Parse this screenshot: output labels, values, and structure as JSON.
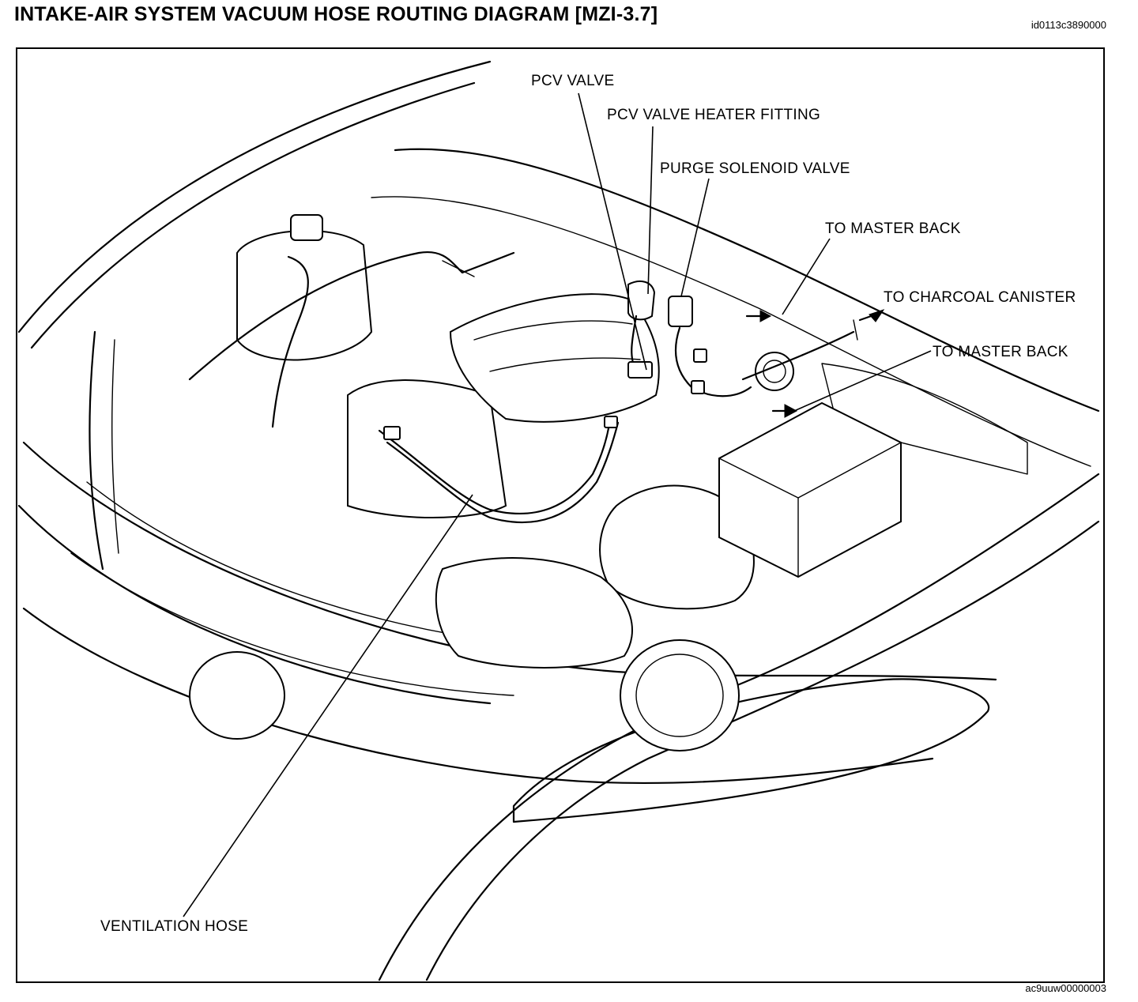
{
  "header": {
    "title": "INTAKE-AIR SYSTEM VACUUM HOSE ROUTING DIAGRAM [MZI-3.7]",
    "doc_id": "id0113c3890000"
  },
  "footer": {
    "figure_id": "ac9uuw00000003"
  },
  "callouts": {
    "pcv_valve": "PCV VALVE",
    "pcv_valve_heater_fitting": "PCV VALVE HEATER FITTING",
    "purge_solenoid_valve": "PURGE SOLENOID VALVE",
    "to_master_back_upper": "TO MASTER BACK",
    "to_charcoal_canister": "TO CHARCOAL CANISTER",
    "to_master_back_lower": "TO MASTER BACK",
    "ventilation_hose": "VENTILATION HOSE"
  }
}
